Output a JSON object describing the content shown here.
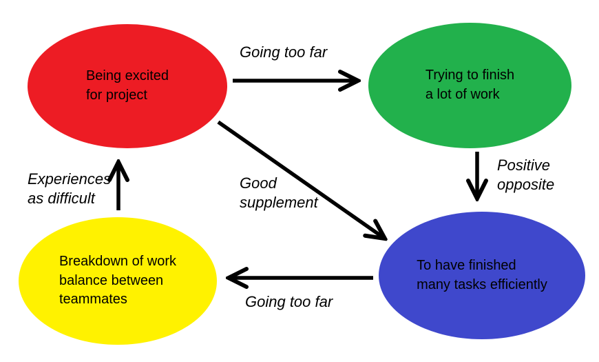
{
  "canvas": {
    "background": "#FFFFFF",
    "arrow_color": "#000000",
    "text_color": "#000000"
  },
  "nodes": {
    "excited": {
      "label": "Being excited\nfor project",
      "color": "#ED1C24"
    },
    "trying": {
      "label": "Trying to finish\na lot of work",
      "color": "#22B14C"
    },
    "finished": {
      "label": "To have finished\nmany tasks efficiently",
      "color": "#3F48CC"
    },
    "breakdown": {
      "label": "Breakdown of work\nbalance between\nteammates",
      "color": "#FFF200"
    }
  },
  "edges": {
    "excited_to_trying": {
      "label": "Going too far"
    },
    "trying_to_finished": {
      "label": "Positive\nopposite"
    },
    "excited_to_finished": {
      "label": "Good\nsupplement"
    },
    "finished_to_breakdown": {
      "label": "Going too far"
    },
    "breakdown_to_excited": {
      "label": "Experiences\nas difficult"
    }
  }
}
